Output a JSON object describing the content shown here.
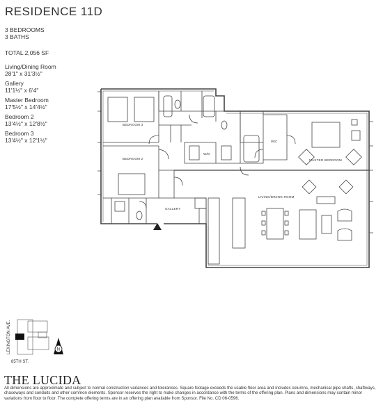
{
  "header": {
    "title": "RESIDENCE 11D",
    "bedrooms": "3 BEDROOMS",
    "baths": "3 BATHS",
    "total": "TOTAL 2,056 SF"
  },
  "rooms": [
    {
      "name": "Living/Dining Room",
      "size": "28'1\" x 31'3½\""
    },
    {
      "name": "Gallery",
      "size": "11'1½\" x 6'4\""
    },
    {
      "name": "Master Bedroom",
      "size": "17'5½\" x 14'4½\""
    },
    {
      "name": "Bedroom 2",
      "size": "13'4½\" x 12'8½\""
    },
    {
      "name": "Bedroom 3",
      "size": "13'4½\" x 12'1½\""
    }
  ],
  "plan_labels": {
    "bedroom3": "BEDROOM 3",
    "bedroom2": "BEDROOM 2",
    "wic": "WIC",
    "master": "MASTER BEDROOM",
    "living": "LIVING/DINING ROOM",
    "gallery": "GALLERY",
    "wd": "W/D"
  },
  "keyplan": {
    "avenue": "LEXINGTON AVE.",
    "street": "85TH ST.",
    "compass": "N"
  },
  "brand": "THE LUCIDA",
  "disclaimer": "All dimensions are approximate and subject to normal construction variances and tolerances. Square footage exceeds the usable floor area and includes columns, mechanical pipe shafts, shaftways, chaseways and conduits and other common elements. Sponsor reserves the right to make changes in accordance with the terms of the offering plan. Plans and dimensions may contain minor variations from floor to floor. The complete offering terms are in an offering plan available from Sponsor. File No. CD 06-0596."
}
